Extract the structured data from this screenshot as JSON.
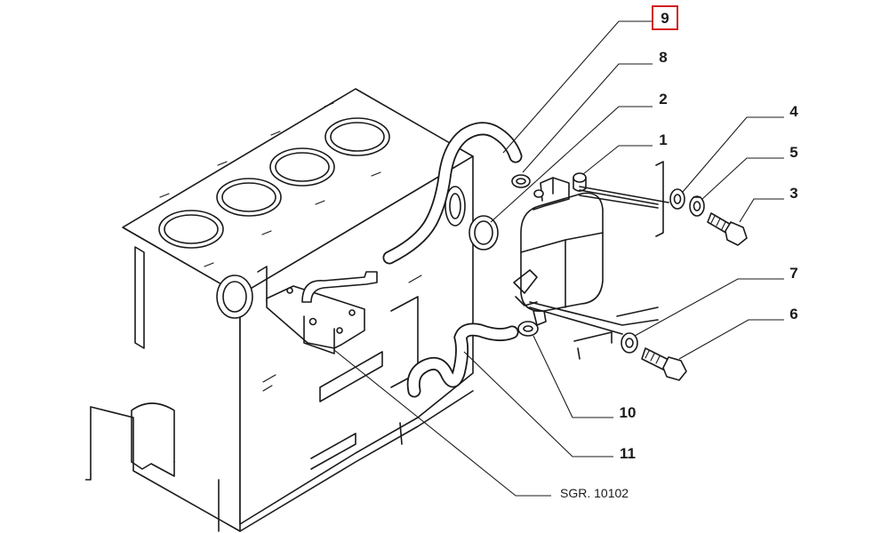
{
  "diagram": {
    "reference_code": "SGR. 10102",
    "highlight_color": "#d21f1f",
    "line_color": "#1a1a1a",
    "callouts": [
      {
        "id": "9",
        "label": "9",
        "highlighted": true
      },
      {
        "id": "8",
        "label": "8"
      },
      {
        "id": "2",
        "label": "2"
      },
      {
        "id": "1",
        "label": "1"
      },
      {
        "id": "4",
        "label": "4"
      },
      {
        "id": "5",
        "label": "5"
      },
      {
        "id": "3",
        "label": "3"
      },
      {
        "id": "7",
        "label": "7"
      },
      {
        "id": "6",
        "label": "6"
      },
      {
        "id": "10",
        "label": "10"
      },
      {
        "id": "11",
        "label": "11"
      }
    ]
  }
}
